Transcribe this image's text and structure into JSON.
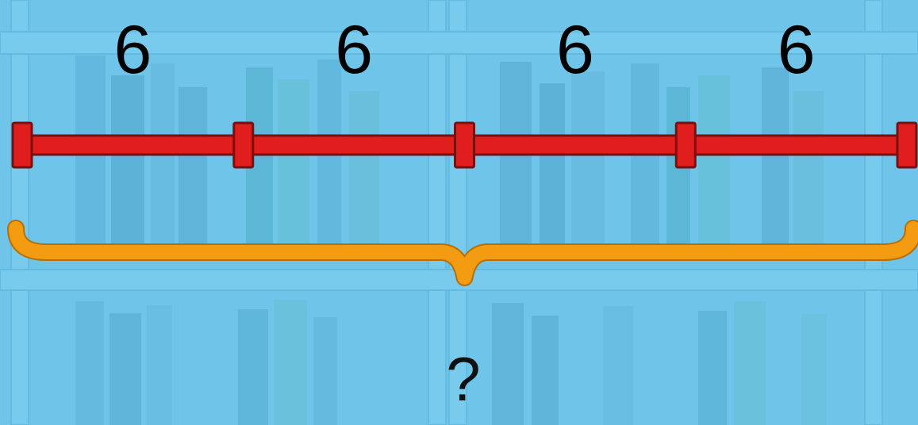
{
  "segments": [
    {
      "label": "6"
    },
    {
      "label": "6"
    },
    {
      "label": "6"
    },
    {
      "label": "6"
    }
  ],
  "total": {
    "label": "?"
  },
  "colors": {
    "background": "#6cc4e8",
    "bar": "#e01e1e",
    "bar_outline": "#7a0f0f",
    "brace": "#f39c12",
    "brace_outline": "#b86e00"
  },
  "background_theme": "bookshelf"
}
